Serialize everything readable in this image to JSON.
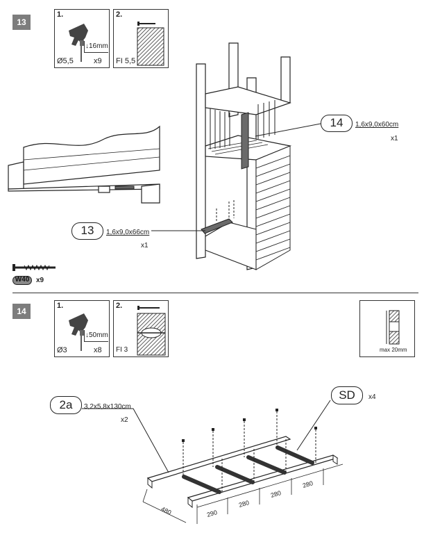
{
  "step13": {
    "badge": "13",
    "tool_box": {
      "num": "1.",
      "drill_depth": "↓16mm",
      "drill_diameter": "Ø5,5",
      "count": "x9"
    },
    "grain_box": {
      "num": "2.",
      "label": "FI 5,5"
    },
    "part14": {
      "id": "14",
      "dimension": "1,6x9,0x60cm",
      "qty": "x1"
    },
    "part13": {
      "id": "13",
      "dimension": "1,6x9,0x66cm",
      "qty": "x1"
    },
    "screw": {
      "code": "W40",
      "qty": "x9"
    }
  },
  "step14": {
    "badge": "14",
    "tool_box": {
      "num": "1.",
      "drill_depth": "↓50mm",
      "drill_diameter": "Ø3",
      "count": "x8"
    },
    "grain_box": {
      "num": "2.",
      "label": "FI 3"
    },
    "max_box": {
      "label": "max 20mm"
    },
    "part2a": {
      "id": "2a",
      "dimension": "3,2x5,8x130cm",
      "qty": "x2"
    },
    "partSD": {
      "id": "SD",
      "qty": "x4"
    },
    "dimensions": [
      "480",
      "290",
      "280",
      "280",
      "280"
    ]
  }
}
